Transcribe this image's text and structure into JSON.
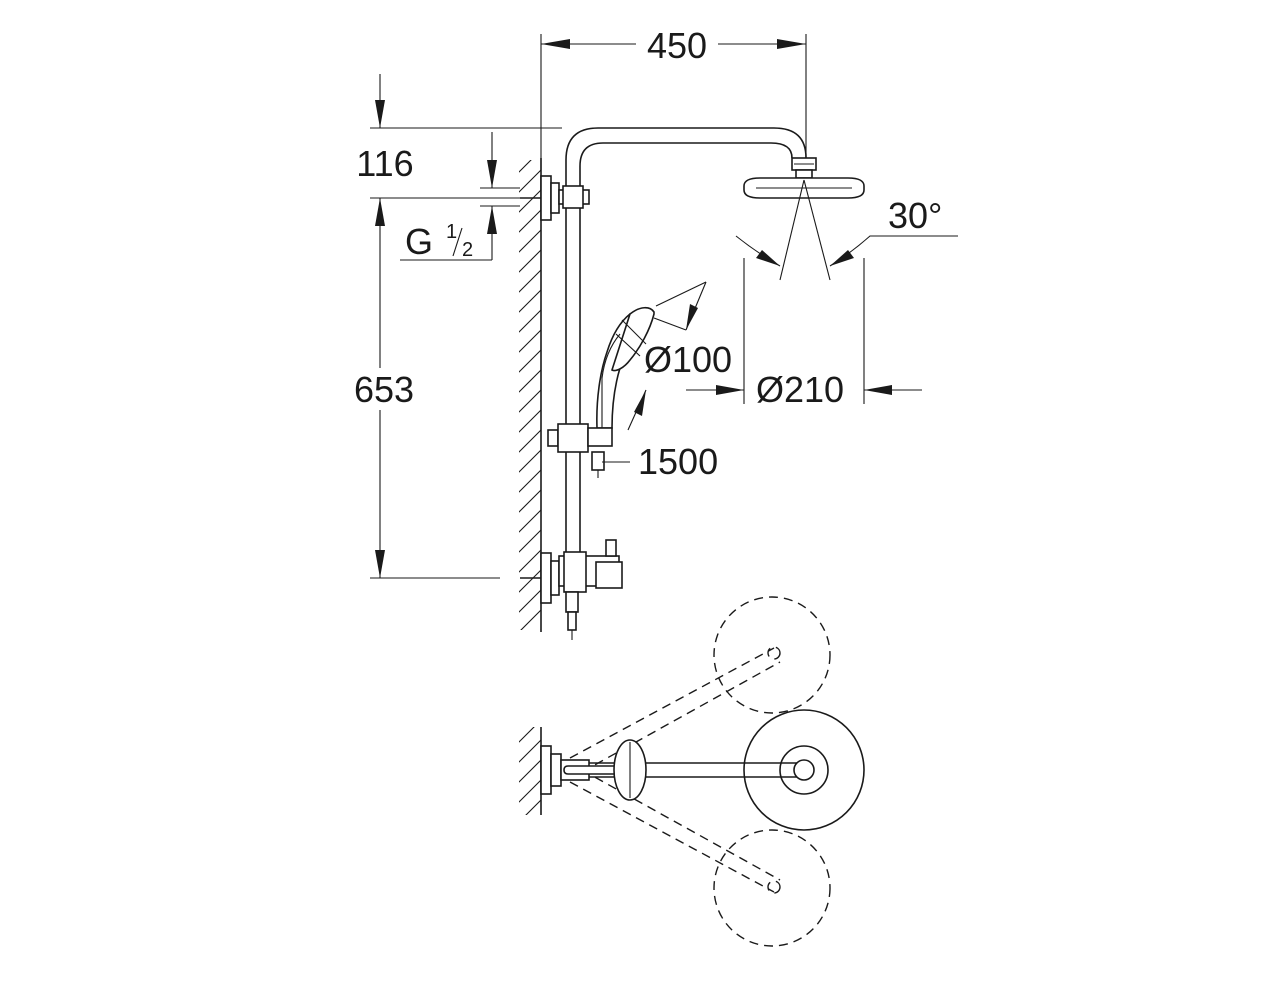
{
  "dimensions": {
    "width_arm": "450",
    "height_top": "116",
    "thread_base": "G",
    "thread_num": "1",
    "thread_den": "2",
    "height_bar": "653",
    "spray_angle": "30°",
    "hand_diameter": "Ø100",
    "head_diameter": "Ø210",
    "hose_length": "1500"
  }
}
